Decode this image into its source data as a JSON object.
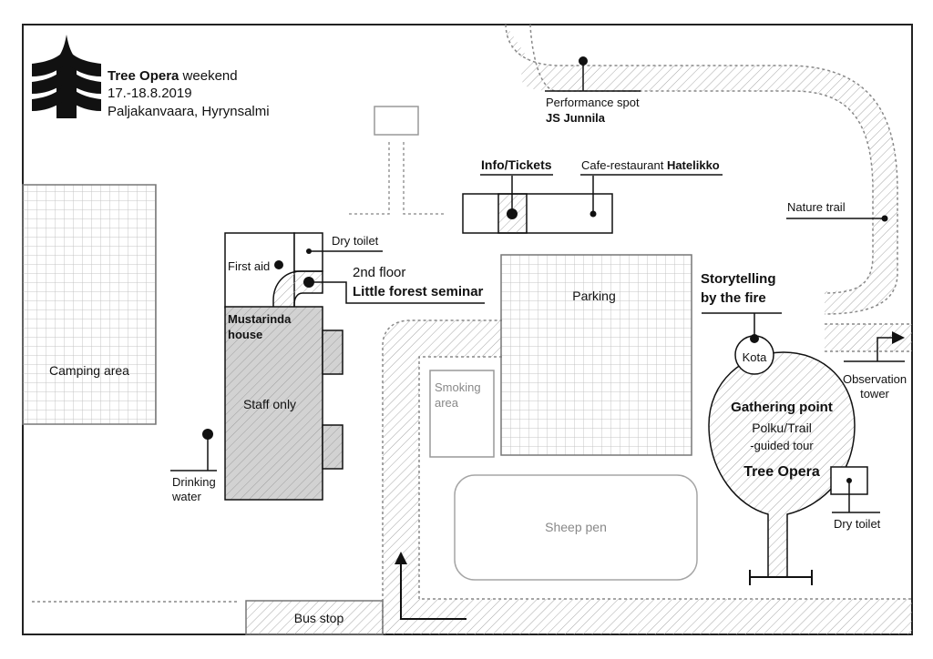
{
  "header": {
    "title_bold": "Tree Opera",
    "title_rest": " weekend",
    "dates": "17.-18.8.2019",
    "location": "Paljakanvaara, Hyrynsalmi",
    "logo_icon": "spruce-tree-icon"
  },
  "areas": {
    "camping": "Camping area",
    "parking": "Parking",
    "smoking_line1": "Smoking",
    "smoking_line2": "area",
    "sheep_pen": "Sheep pen",
    "bus_stop": "Bus stop",
    "mustarinda_line1": "Mustarinda",
    "mustarinda_line2": "house",
    "staff_only": "Staff only",
    "first_aid": "First aid",
    "kota": "Kota"
  },
  "labels": {
    "performance_spot": "Performance spot",
    "js_junnila": "JS Junnila",
    "info_tickets": "Info/Tickets",
    "cafe_prefix": "Cafe-restaurant ",
    "cafe_name": "Hatelikko",
    "nature_trail": "Nature trail",
    "dry_toilet_house": "Dry toilet",
    "second_floor": "2nd floor",
    "little_forest_seminar": "Little forest seminar",
    "storytelling_line1": "Storytelling",
    "storytelling_line2": "by the fire",
    "observation_line1": "Observation",
    "observation_line2": "tower",
    "gathering_point": "Gathering point",
    "polku_trail": "Polku/Trail",
    "guided_tour": "-guided tour",
    "tree_opera": "Tree Opera",
    "dry_toilet_gathering": "Dry toilet",
    "drinking_line1": "Drinking",
    "drinking_line2": "water"
  },
  "colors": {
    "ink": "#111111",
    "grid": "#bdbdbd",
    "hatch": "#9a9a9a",
    "house_fill": "#d2d2d2",
    "light_outline": "#9a9a9a"
  }
}
